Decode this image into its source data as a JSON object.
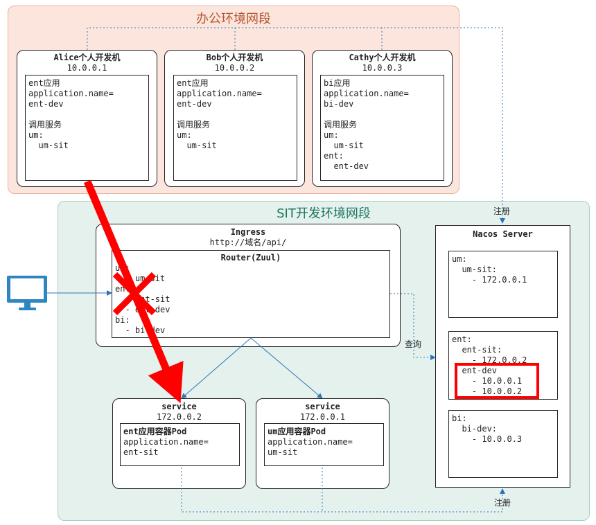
{
  "zones": {
    "office_title": "办公环境网段",
    "sit_title": "SIT开发环境网段"
  },
  "dev_machines": [
    {
      "name": "Alice个人开发机",
      "ip": "10.0.0.1",
      "config": "ent应用\napplication.name=\nent-dev\n\n调用服务\num:\n  um-sit"
    },
    {
      "name": "Bob个人开发机",
      "ip": "10.0.0.2",
      "config": "ent应用\napplication.name=\nent-dev\n\n调用服务\num:\n  um-sit"
    },
    {
      "name": "Cathy个人开发机",
      "ip": "10.0.0.3",
      "config": "bi应用\napplication.name=\nbi-dev\n\n调用服务\num:\n  um-sit\nent:\n  ent-dev"
    }
  ],
  "ingress": {
    "title": "Ingress",
    "url": "http://域名/api/",
    "router_title": "Router(Zuul)",
    "router_config": "um:\n  - um-sit\nent:\n  - ent-sit\n  - ent-dev\nbi:\n  - bi-dev"
  },
  "services": [
    {
      "title": "service",
      "ip": "172.0.0.2",
      "pod_title": "ent应用容器Pod",
      "pod_config": "application.name=\nent-sit"
    },
    {
      "title": "service",
      "ip": "172.0.0.1",
      "pod_title": "um应用容器Pod",
      "pod_config": "application.name=\num-sit"
    }
  ],
  "nacos": {
    "title": "Nacos Server",
    "registries": [
      "um:\n  um-sit:\n    - 172.0.0.1",
      "ent:\n  ent-sit:\n    - 172.0.0.2\n  ent-dev\n    - 10.0.0.1\n    - 10.0.0.2",
      "bi:\n  bi-dev:\n    - 10.0.0.3"
    ]
  },
  "labels": {
    "register_top": "注册",
    "register_bottom": "注册",
    "query": "查询"
  },
  "colors": {
    "office_bg": "#fbe5dc",
    "sit_bg": "#e4f1ec",
    "arrow_blue": "#2e75b6",
    "highlight_red": "#ff0000",
    "client_icon": "#2e86c1"
  },
  "icons": {
    "client": "desktop-monitor-icon",
    "blocked": "red-cross-icon"
  }
}
